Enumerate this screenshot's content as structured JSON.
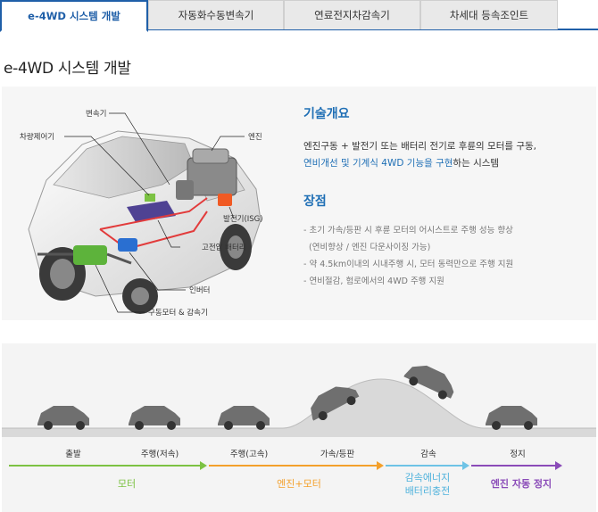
{
  "tabs": [
    {
      "label": "e-4WD 시스템 개발",
      "active": true
    },
    {
      "label": "자동화수동변속기",
      "active": false
    },
    {
      "label": "연료전지차감속기",
      "active": false
    },
    {
      "label": "차세대 등속조인트",
      "active": false
    }
  ],
  "page_title": "e-4WD 시스템 개발",
  "diagram": {
    "labels": {
      "transmission": "변속기",
      "vehicle_controller": "차량제어기",
      "engine": "엔진",
      "generator": "발전기(ISG)",
      "hv_battery": "고전압 배터리",
      "inverter": "인버터",
      "drive_motor": "구동모터 & 감속기"
    }
  },
  "overview": {
    "heading": "기술개요",
    "line1": "엔진구동 + 발전기 또는 배터리 전기로  후륜의 모터를 구동,",
    "line2_highlight": "연비개선 및 기계식 4WD 기능을 구현",
    "line2_rest": "하는 시스템"
  },
  "merits": {
    "heading": "장점",
    "items": [
      "- 초기 가속/등판 시 후륜 모터의 어시스트로 주행 성능 향상",
      "  (연비향상 / 엔진 다운사이징 가능)",
      "- 약 4.5km이내의 시내주행 시, 모터 동력만으로 주행 지원",
      "- 연비절감, 험로에서의 4WD 주행 지원"
    ]
  },
  "driving": {
    "stages": [
      "출발",
      "주행(저속)",
      "주행(고속)",
      "가속/등판",
      "감속",
      "정지"
    ],
    "modes": [
      {
        "label": "모터",
        "color": "#7cc243"
      },
      {
        "label": "엔진+모터",
        "color": "#f3a02b"
      },
      {
        "label_line1": "감속에너지",
        "label_line2": "배터리충전",
        "color": "#6ec3e6"
      },
      {
        "label": "엔진 자동 정지",
        "color": "#8a4bb8"
      }
    ]
  }
}
